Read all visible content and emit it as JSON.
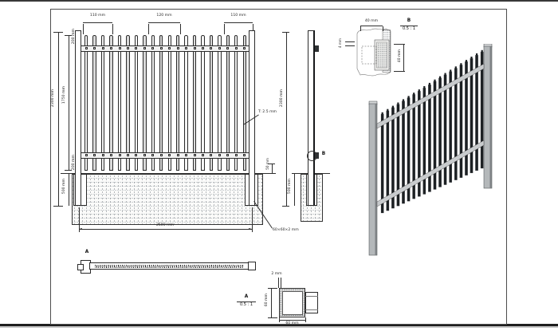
{
  "front_view": {
    "dim_spacing_left": "110 mm",
    "dim_spacing_mid": "120 mm",
    "dim_spacing_right": "110 mm",
    "dim_total_height": "2300 mm",
    "dim_pale_height": "1750 mm",
    "dim_top_offset": "200 mm",
    "dim_bottom_offset": "200 mm",
    "dim_footing_depth": "500 mm",
    "dim_panel_width": "2500 mm",
    "dim_ground_clearance": "50 mm",
    "callout_thickness": "T: 2.5 mm",
    "callout_post_size": "60×60×2 mm",
    "pale_count": 20
  },
  "side_view": {
    "dim_height": "2300 mm",
    "dim_footing_depth": "500 mm",
    "detail_marker": "B"
  },
  "detail_b": {
    "label": "B",
    "scale": "0.5 : 1",
    "dim_width": "40 mm",
    "dim_wall": "4 mm",
    "dim_height": "40 mm"
  },
  "plan_view": {
    "section_label": "A"
  },
  "section_a": {
    "label": "A",
    "scale": "0.5 : 1",
    "dim_wall": "2 mm",
    "dim_side_left": "60 mm",
    "dim_side_bottom": "60 mm"
  },
  "iso_view": {
    "pale_count": 20
  },
  "colors": {
    "line": "#2f2f2f",
    "pale_dark": "#1c2023",
    "post_gray": "#b4b8ba",
    "rail_gray": "#c8cbcd"
  }
}
